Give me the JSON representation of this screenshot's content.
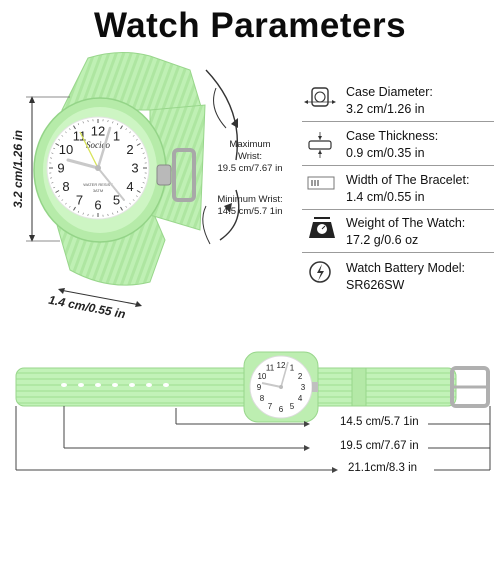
{
  "title": "Watch Parameters",
  "watch": {
    "brand": "Socico",
    "water_text": "WATER RESIST",
    "depth_text": "3ATM"
  },
  "dial_numbers": [
    "12",
    "1",
    "2",
    "3",
    "4",
    "5",
    "6",
    "7",
    "8",
    "9",
    "10",
    "11"
  ],
  "left_dims": {
    "height": "3.2 cm/1.26 in",
    "width": "1.4 cm/0.55 in"
  },
  "wrist": {
    "max_label": "Maximum Wrist:",
    "max_value": "19.5 cm/7.67 in",
    "min_label": "Minimum Wrist:",
    "min_value": "14.5 cm/5.7 1in"
  },
  "specs": [
    {
      "icon": "case-diameter-icon",
      "label": "Case Diameter:",
      "value": "3.2 cm/1.26 in"
    },
    {
      "icon": "case-thickness-icon",
      "label": "Case Thickness:",
      "value": "0.9 cm/0.35 in"
    },
    {
      "icon": "bracelet-width-icon",
      "label": "Width of The Bracelet:",
      "value": "1.4 cm/0.55 in"
    },
    {
      "icon": "scale-icon",
      "label": "Weight of The Watch:",
      "value": "17.2 g/0.6 oz"
    },
    {
      "icon": "battery-icon",
      "label": "Watch Battery Model:",
      "value": "SR626SW"
    }
  ],
  "strap_dims": [
    "14.5 cm/5.7 1in",
    "19.5 cm/7.67 in",
    "21.1cm/8.3 in"
  ],
  "colors": {
    "strap": "#bff0b4",
    "strap_dark": "#9fdc92",
    "dial": "#ffffff",
    "text": "#111111"
  }
}
